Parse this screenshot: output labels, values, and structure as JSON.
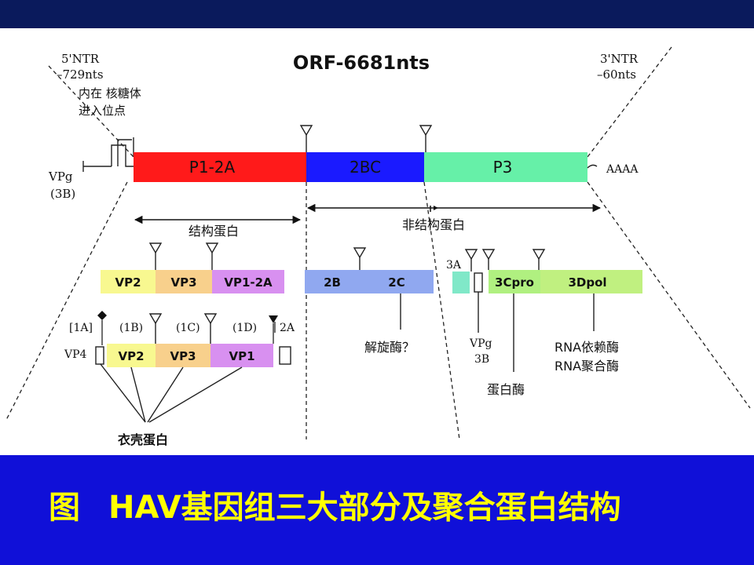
{
  "header": {
    "title": "ORF-6681nts"
  },
  "utr5": {
    "line1": "5'NTR",
    "line2": "–729nts",
    "ires1": "内在 核糖体",
    "ires2": "进入位点"
  },
  "utr3": {
    "line1": "3'NTR",
    "line2": "–60nts",
    "tail": "AAAA"
  },
  "vpg": {
    "line1": "VPg",
    "line2": "(3B)"
  },
  "genome": {
    "p1": "P1-2A",
    "p2": "2BC",
    "p3": "P3"
  },
  "ranges": {
    "structural": "结构蛋白",
    "nonstructural": "非结构蛋白"
  },
  "p1_products": {
    "vp2": "VP2",
    "vp3": "VP3",
    "vp1_2a": "VP1-2A"
  },
  "p2_products": {
    "b2": "2B",
    "c2": "2C"
  },
  "p3_products": {
    "a3": "3A",
    "cpro": "3Cpro",
    "dpol": "3Dpol"
  },
  "capsid": {
    "l1a": "[1A]",
    "vp4": "VP4",
    "l1b": "(1B)",
    "l1c": "(1C)",
    "l1d": "(1D)",
    "l2a": "2A",
    "vp2": "VP2",
    "vp3": "VP3",
    "vp1": "VP1",
    "label": "衣壳蛋白"
  },
  "annotations": {
    "helicase": "解旋酶？",
    "vpg1": "VPg",
    "vpg2": "3B",
    "protease": "蛋白酶",
    "rdrp1": "RNA依赖酶",
    "rdrp2": "RNA聚合酶"
  },
  "caption": {
    "prefix": "图",
    "text": "HAV基因组三大部分及聚合蛋白结构"
  },
  "colors": {
    "p1": "#ff1a1a",
    "p2": "#1a1aff",
    "p3": "#66f0a8",
    "vp2": "#f8f890",
    "vp3": "#f8d08c",
    "vp1": "#d890f0",
    "b2": "#90a8f0",
    "a3": "#80e8c8",
    "cpro": "#b0f080",
    "dpol": "#c0f080",
    "caption": "#ffff00",
    "band": "#1010d8"
  }
}
